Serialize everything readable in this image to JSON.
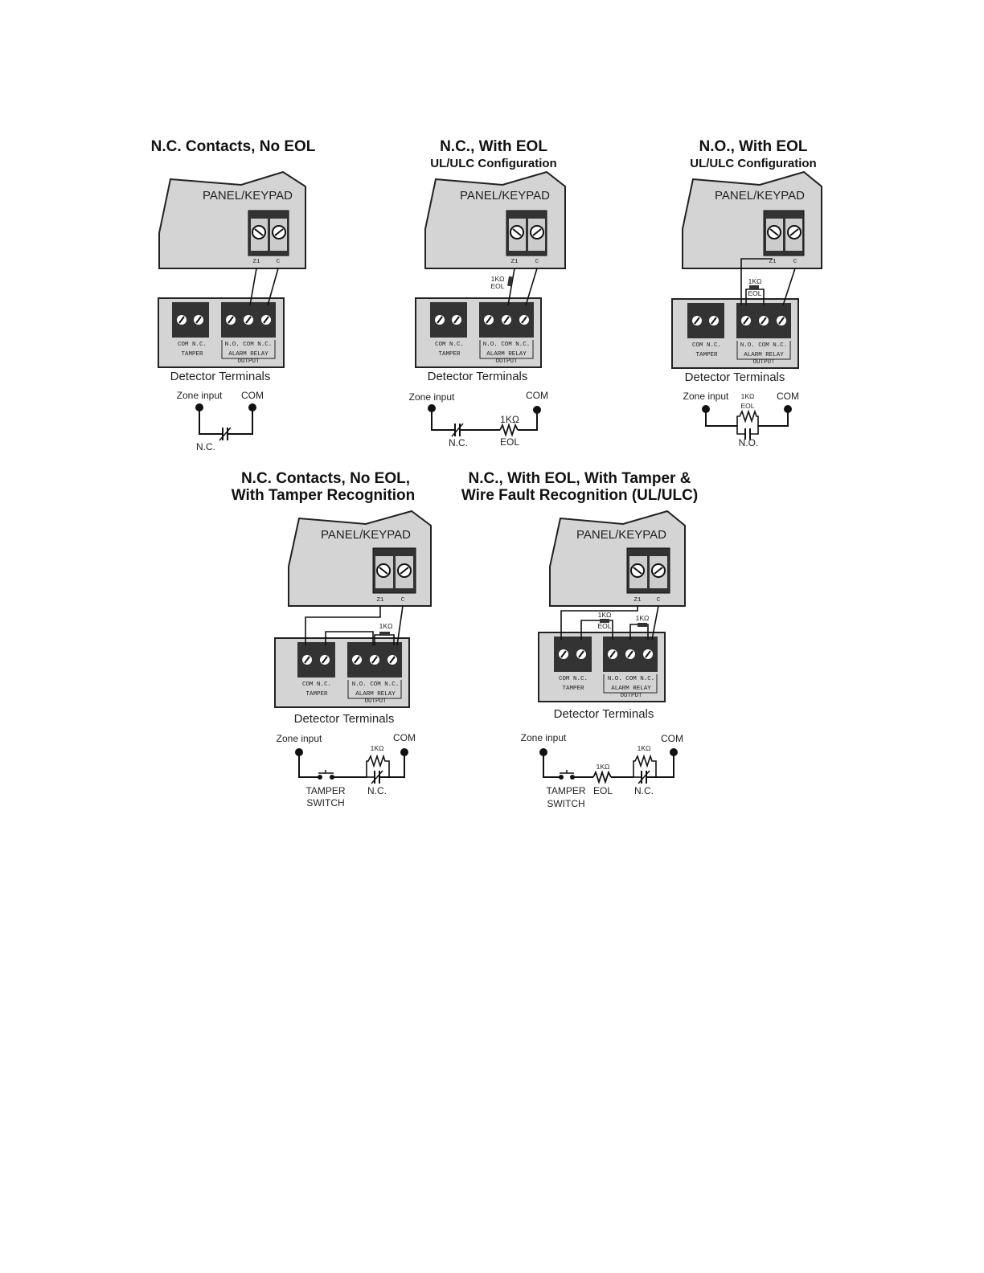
{
  "labels": {
    "panel": "PANEL/KEYPAD",
    "detector_terminals": "Detector Terminals",
    "z1": "Z1",
    "c": "C",
    "com_nc": "COM N.C.",
    "tamper": "TAMPER",
    "no_com_nc": "N.O. COM N.C.",
    "alarm_relay": "ALARM RELAY",
    "output": "OUTPUT",
    "zone_input": "Zone input",
    "com": "COM",
    "resistor": "1KΩ",
    "eol": "EOL",
    "nc": "N.C.",
    "no": "N.O.",
    "tamper_switch_1": "TAMPER",
    "tamper_switch_2": "SWITCH"
  },
  "diagrams": [
    {
      "id": "nc-no-eol",
      "title": "N.C. Contacts,  No EOL",
      "subtitle": ""
    },
    {
      "id": "nc-with-eol",
      "title": "N.C., With EOL",
      "subtitle": "UL/ULC Configuration"
    },
    {
      "id": "no-with-eol",
      "title": "N.O., With EOL",
      "subtitle": "UL/ULC Configuration"
    },
    {
      "id": "nc-no-eol-tamper",
      "title": "N.C. Contacts, No EOL,",
      "subtitle": "With Tamper Recognition"
    },
    {
      "id": "nc-eol-tamper-wirefault",
      "title": "N.C., With EOL, With Tamper &",
      "subtitle": "Wire Fault Recognition (UL/ULC)"
    }
  ]
}
